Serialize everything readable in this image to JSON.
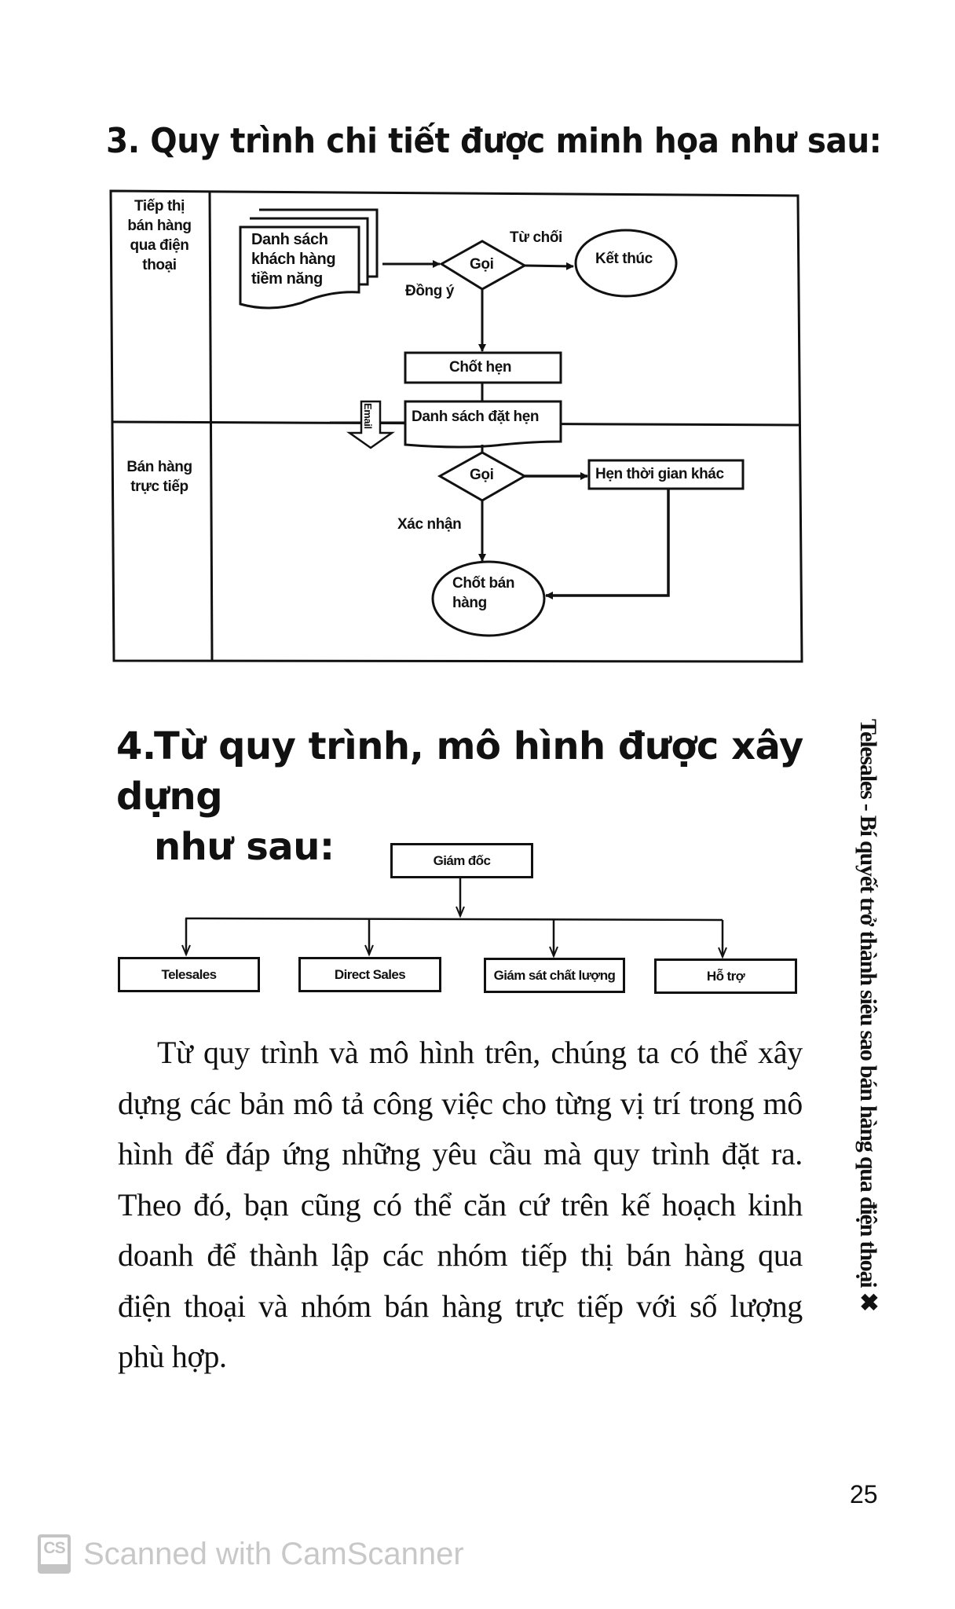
{
  "section3": {
    "heading": "3. Quy trình chi tiết được minh họa như sau:"
  },
  "flowchart": {
    "lanes": [
      {
        "label_lines": [
          "Tiếp thị",
          "bán hàng",
          "qua điện",
          "thoại"
        ]
      },
      {
        "label_lines": [
          "Bán hàng",
          "trực tiếp"
        ]
      }
    ],
    "nodes": {
      "prospect_list": [
        "Danh sách",
        "khách hàng",
        "tiềm năng"
      ],
      "call_1": "Gọi",
      "end": "Kết thúc",
      "book_appointment": "Chốt hẹn",
      "appointment_list": "Danh sách đặt hẹn",
      "call_2": "Gọi",
      "reschedule": "Hẹn thời gian khác",
      "close_sale": [
        "Chốt bán",
        "hàng"
      ]
    },
    "edge_labels": {
      "reject": "Từ chối",
      "agree": "Đồng ý",
      "email": "Email",
      "confirm": "Xác nhận"
    }
  },
  "section4": {
    "number": "4.",
    "heading_line1": "Từ quy trình, mô hình được xây dựng",
    "heading_line2": "như sau:"
  },
  "org_chart": {
    "root": "Giám đốc",
    "children": [
      "Telesales",
      "Direct Sales",
      "Giám sát chất lượng",
      "Hỗ trợ"
    ]
  },
  "paragraph": "Từ quy trình và mô hình trên, chúng ta có thể xây dựng các bản mô tả công việc cho từng vị trí trong mô hình để đáp ứng những yêu cầu mà quy trình đặt ra. Theo đó, bạn cũng có thể căn cứ trên kế hoạch kinh doanh để thành lập các nhóm tiếp thị bán hàng qua điện thoại và nhóm bán hàng trực tiếp với số lượng phù hợp.",
  "running_header": {
    "text": "Telesales - Bí quyết trở thành siêu sao bán hàng qua điện thoại",
    "ornament_icon": "✖"
  },
  "page_number": "25",
  "watermark": {
    "logo": "CS",
    "text": "Scanned with CamScanner"
  }
}
